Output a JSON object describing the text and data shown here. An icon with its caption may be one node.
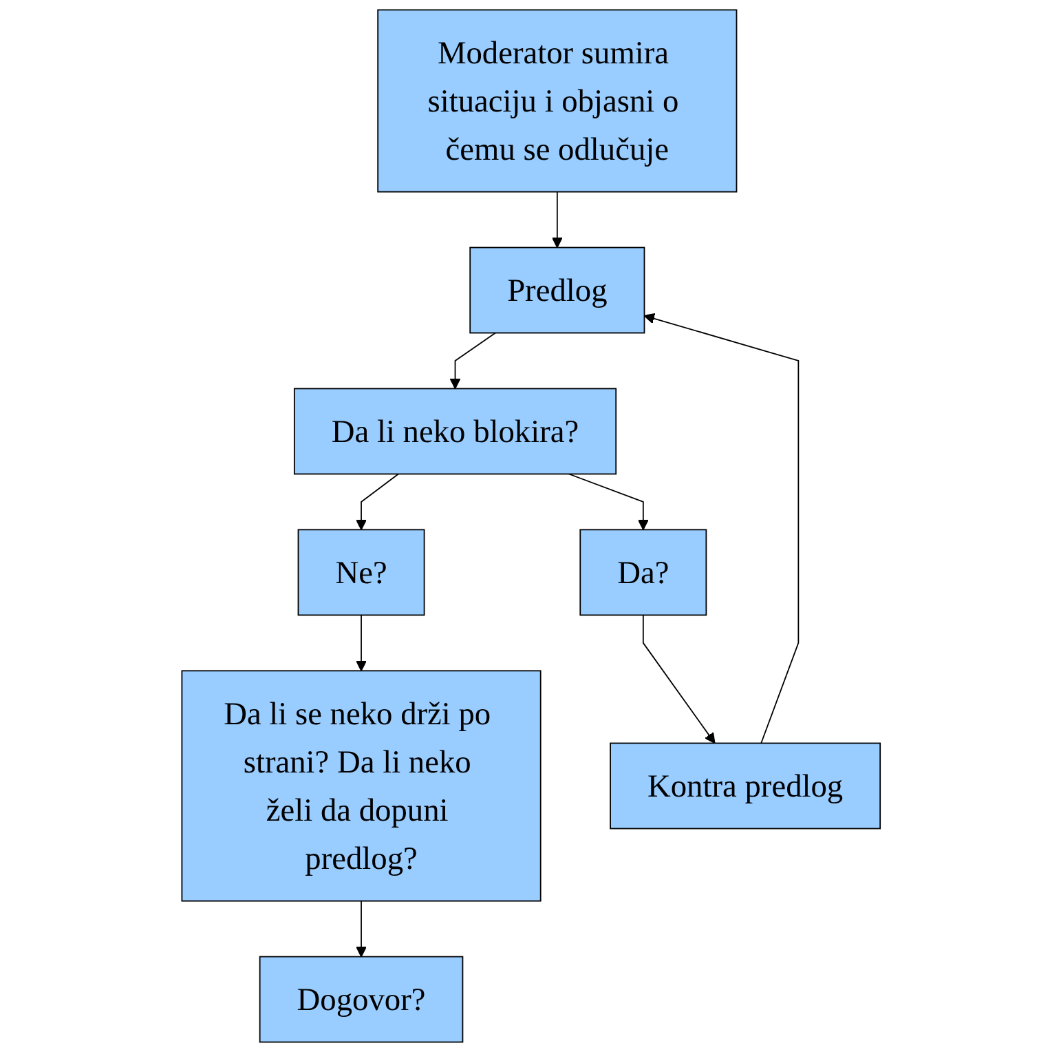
{
  "diagram": {
    "nodes": [
      {
        "text": [
          "Moderator sumira situaciju i objasni o čemu se odlučuje"
        ]
      },
      {
        "text": [
          "Predlog"
        ]
      },
      {
        "text": [
          "Da li neko blokira?"
        ]
      },
      {
        "text": [
          "Ne?"
        ]
      },
      {
        "text": [
          "Da?"
        ]
      },
      {
        "text": [
          "Da li se neko drži po strani? Da li neko želi da dopuni predlog?"
        ]
      },
      {
        "text": [
          "Kontra predlog"
        ]
      },
      {
        "text": [
          "Dogovor?"
        ]
      }
    ],
    "edges": [
      {
        "from": 0,
        "to": 1,
        "arrow": "to"
      },
      {
        "from": 1,
        "to": 2,
        "arrow": "to"
      },
      {
        "from": 2,
        "to": 3,
        "arrow": "to"
      },
      {
        "from": 2,
        "to": 4,
        "arrow": "to"
      },
      {
        "from": 3,
        "to": 5,
        "arrow": "to"
      },
      {
        "from": 4,
        "to": 6,
        "arrow": "to"
      },
      {
        "from": 6,
        "to": 1,
        "arrow": "to"
      },
      {
        "from": 5,
        "to": 7,
        "arrow": "to"
      }
    ]
  }
}
